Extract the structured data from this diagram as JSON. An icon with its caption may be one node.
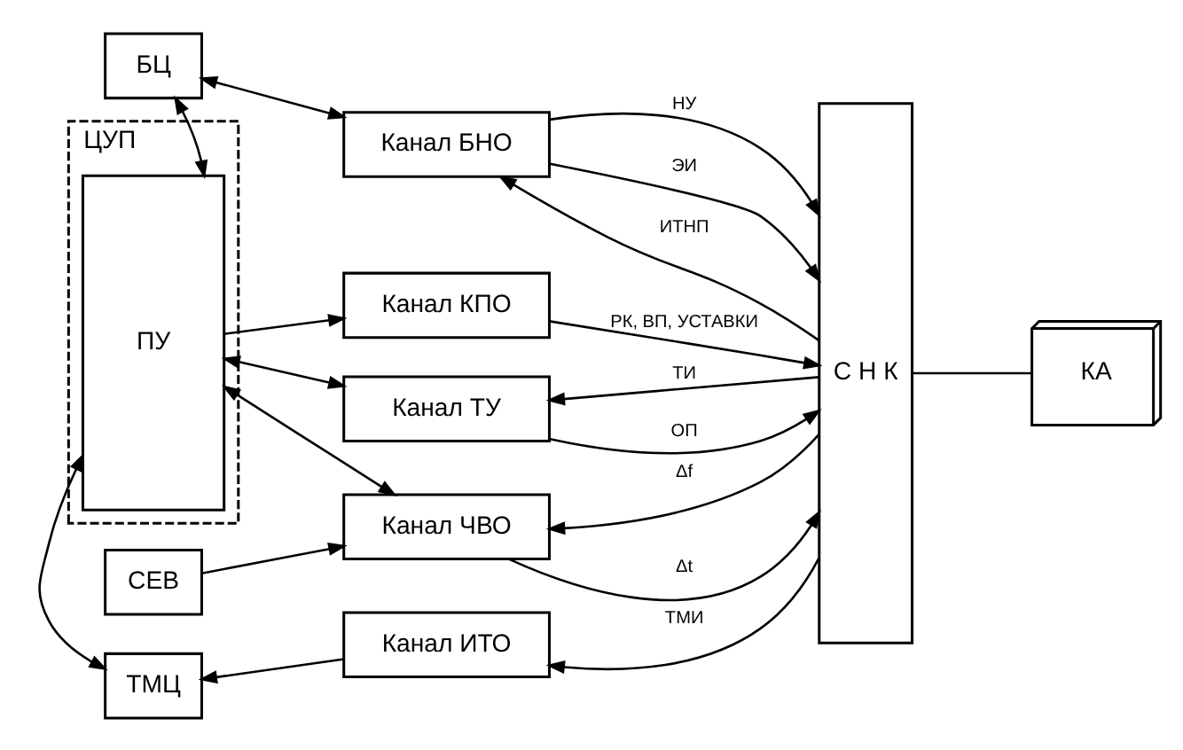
{
  "diagram": {
    "nodes": [
      {
        "text": [
          "БЦ"
        ]
      },
      {
        "text": [
          "ЦУП"
        ]
      },
      {
        "text": [
          "ПУ"
        ],
        "in": 1
      },
      {
        "text": [
          "ТМЦ"
        ]
      },
      {
        "text": [
          "СЕВ"
        ]
      },
      {
        "text": [
          "Канал БНО"
        ]
      },
      {
        "text": [
          "Канал КПО"
        ]
      },
      {
        "text": [
          "Канал ЧВО"
        ]
      },
      {
        "text": [
          "Канал ТУ"
        ]
      },
      {
        "text": [
          "Канал ИТО"
        ]
      },
      {
        "text": [
          "С Н К"
        ]
      },
      {
        "text": [
          "КА"
        ]
      }
    ],
    "edges": [
      {
        "from": 0,
        "to": 5,
        "arrow": "both"
      },
      {
        "from": 0,
        "to": 2,
        "arrow": "both"
      },
      {
        "from": 2,
        "to": 6,
        "arrow": "to"
      },
      {
        "from": 4,
        "to": 7,
        "arrow": "to"
      },
      {
        "from": 2,
        "to": 7,
        "arrow": "both"
      },
      {
        "from": 2,
        "to": 8,
        "arrow": "both"
      },
      {
        "from": 2,
        "to": 3,
        "arrow": "both"
      },
      {
        "from": 9,
        "to": 3,
        "arrow": "to"
      },
      {
        "from": 10,
        "to": 5,
        "arrow": "to",
        "label": "ИТНП"
      },
      {
        "from": 5,
        "to": 10,
        "arrow": "to",
        "label": "НУ"
      },
      {
        "from": 5,
        "to": 10,
        "arrow": "to",
        "label": "ЭИ"
      },
      {
        "from": 6,
        "to": 10,
        "arrow": "to",
        "label": "РК, ВП, УСТАВКИ"
      },
      {
        "from": 7,
        "to": 10,
        "arrow": "to",
        "label": "Δt"
      },
      {
        "from": 10,
        "to": 7,
        "arrow": "to",
        "label": "Δf"
      },
      {
        "from": 8,
        "to": 10,
        "arrow": "to",
        "label": "ОП"
      },
      {
        "from": 10,
        "to": 8,
        "arrow": "to",
        "label": "ТИ"
      },
      {
        "from": 10,
        "to": 9,
        "arrow": "to",
        "label": "ТМИ"
      },
      {
        "from": 10,
        "to": 11,
        "arrow": "none"
      }
    ]
  }
}
